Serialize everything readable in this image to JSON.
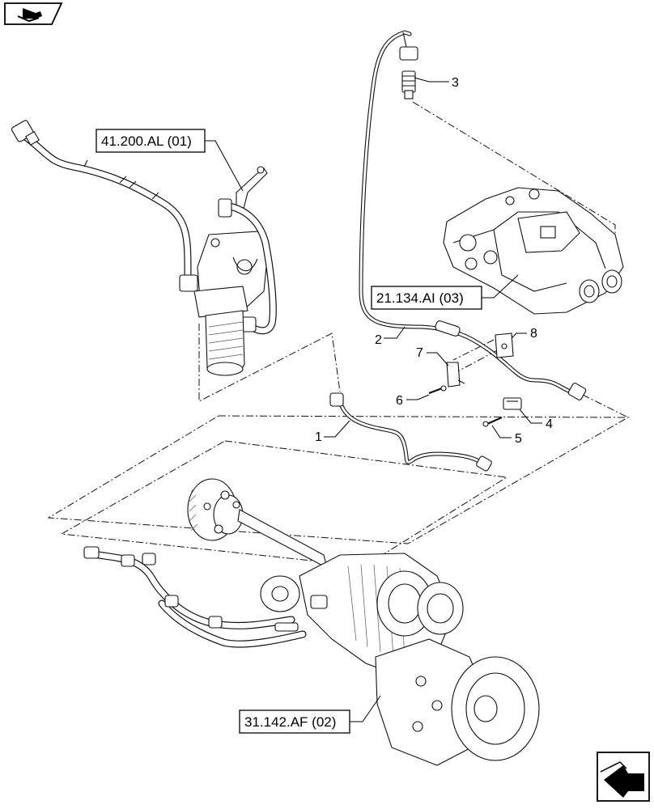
{
  "references": [
    {
      "id": "ref-41-200",
      "text": "41.200.AL (01)"
    },
    {
      "id": "ref-21-134",
      "text": "21.134.AI (03)"
    },
    {
      "id": "ref-31-142",
      "text": "31.142.AF (02)"
    }
  ],
  "callouts": [
    "1",
    "2",
    "3",
    "4",
    "5",
    "6",
    "7",
    "8"
  ],
  "icons": {
    "top_left": "page-back-icon",
    "bottom_right": "next-page-arrow-icon"
  }
}
